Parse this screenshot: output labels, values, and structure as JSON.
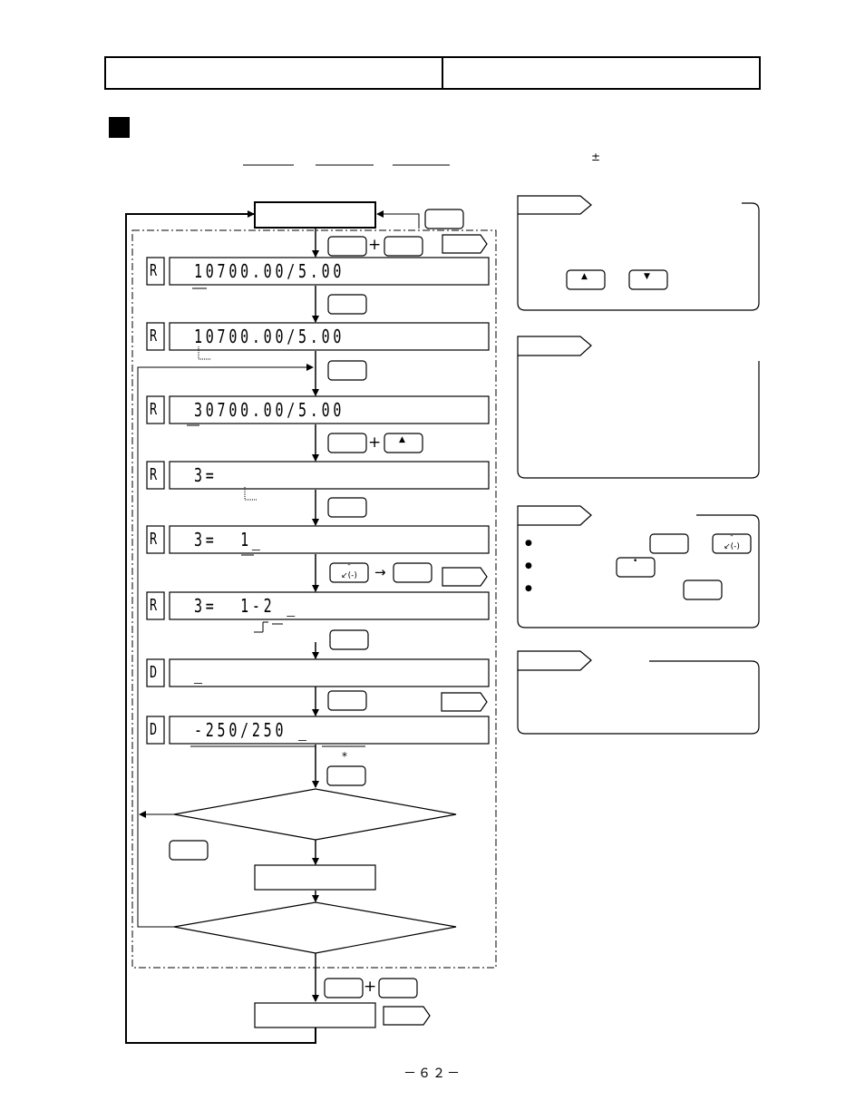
{
  "header": {
    "left_cell": "",
    "right_cell": ""
  },
  "section": {
    "marker_icon": "filled-square",
    "plus_minus": "±"
  },
  "flow": {
    "start_box": "",
    "end_box": "",
    "step_box": "",
    "decision_1": "",
    "decision_2": "",
    "rows": [
      {
        "prefix": "R",
        "display": "10700.00/5.00"
      },
      {
        "prefix": "R",
        "display": "10700.00/5.00"
      },
      {
        "prefix": "R",
        "display": "30700.00/5.00"
      },
      {
        "prefix": "R",
        "display": "3=  "
      },
      {
        "prefix": "R",
        "display": "3=  1_"
      },
      {
        "prefix": "R",
        "display": "3=  1-2 _"
      },
      {
        "prefix": "D",
        "display": "_"
      },
      {
        "prefix": "D",
        "display": "-250/250 _"
      }
    ],
    "plus": "+",
    "arrow": "→",
    "asterisk": "*",
    "up_key": "▲",
    "down_key": "▼",
    "dot_key": "•"
  },
  "notes": [
    {
      "title": "",
      "body": ""
    },
    {
      "title": "",
      "body": ""
    },
    {
      "title": "",
      "bullets": [
        "",
        "",
        ""
      ]
    },
    {
      "title": "",
      "body": ""
    }
  ],
  "bullet_char": "●",
  "page_number": "－６２－"
}
